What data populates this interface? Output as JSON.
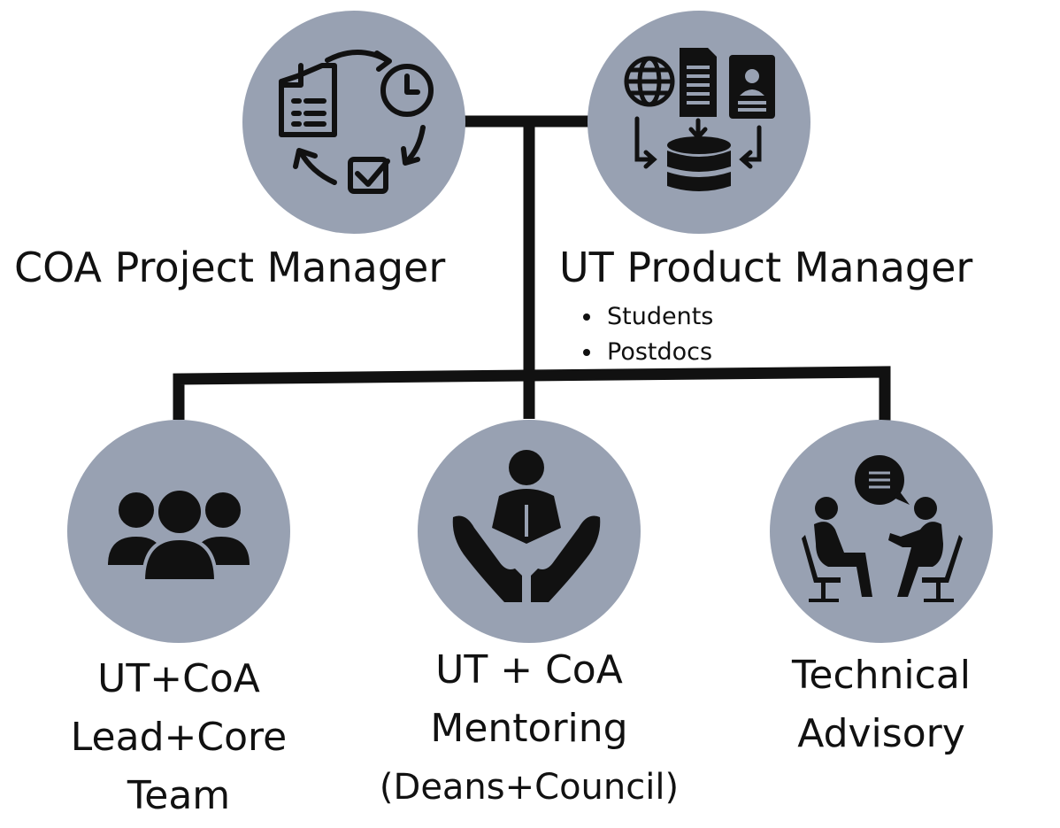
{
  "nodes": {
    "coa_pm": {
      "label": "COA Project Manager",
      "icon": "process-cycle-icon"
    },
    "ut_product_manager": {
      "label": "UT Product Manager",
      "icon": "data-integration-icon",
      "bullets": [
        "Students",
        "Postdocs"
      ]
    },
    "lead_core_team": {
      "label_lines": [
        "UT+CoA",
        "Lead+Core",
        "Team"
      ],
      "icon": "team-group-icon"
    },
    "mentoring": {
      "label_lines": [
        "UT + CoA",
        "Mentoring",
        "(Deans+Council)"
      ],
      "icon": "mentoring-hands-book-icon"
    },
    "technical_advisory": {
      "label_lines": [
        "Technical",
        "Advisory"
      ],
      "icon": "consultation-conversation-icon"
    }
  },
  "colors": {
    "circle_fill": "#98a1b2",
    "connector": "#111111",
    "icon_fill": "#111111",
    "text": "#111111"
  }
}
